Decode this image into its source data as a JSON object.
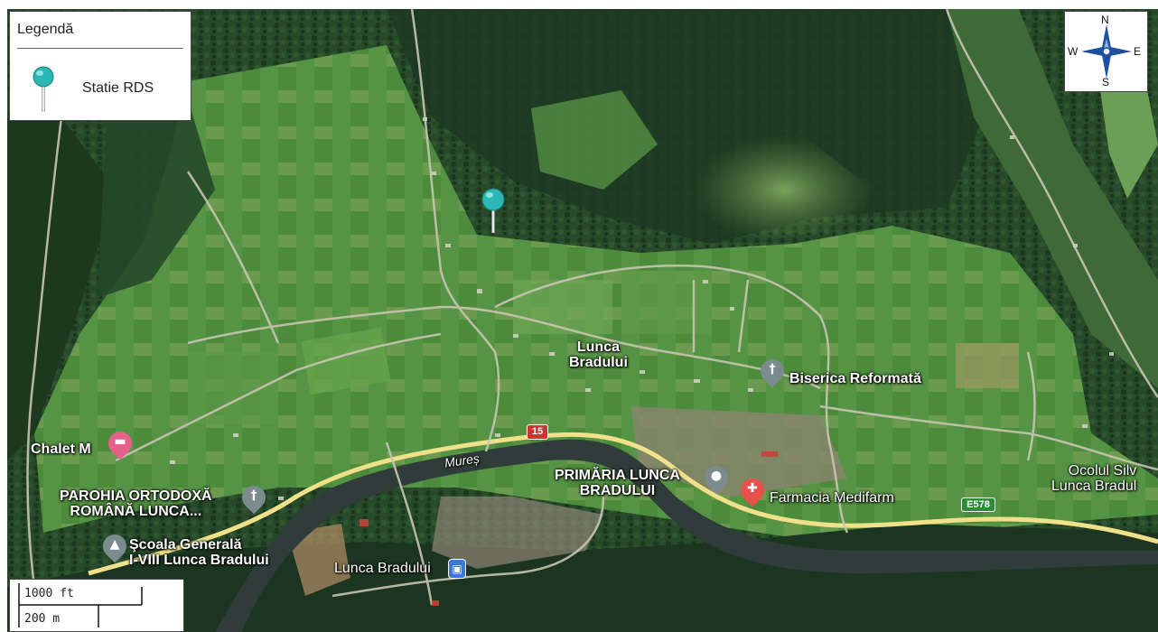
{
  "legend": {
    "title": "Legendă",
    "item_label": "Statie RDS",
    "marker_color": "#2bb8b4"
  },
  "compass": {
    "n": "N",
    "s": "S",
    "e": "E",
    "w": "W",
    "color": "#1f4fa3"
  },
  "scale": {
    "imperial": "1000 ft",
    "metric": "200 m"
  },
  "map_labels": {
    "village": "Lunca\nBradului",
    "church_reformed": "Biserica Reformată",
    "chalet": "Chalet M",
    "parish": "PAROHIA ORTODOXĂ\nROMÂNĂ LUNCA...",
    "school": "Şcoala Generală\nI-VIII Lunca Bradului",
    "station": "Lunca Bradului",
    "town_hall": "PRIMĂRIA LUNCA\nBRADULUI",
    "pharmacy": "Farmacia Medifarm",
    "forestry": "Ocolul Silv\nLunca Bradul",
    "river": "Mureș"
  },
  "road_shields": {
    "dn15": "15",
    "e578": "E578"
  },
  "colors": {
    "forest_dark": "#1f3a22",
    "forest": "#2f5530",
    "field": "#4f8a3e",
    "river": "#2a3a3a",
    "main_road": "#f0e08a",
    "road": "#c9c4b2",
    "church_pin": "#7c8b8e",
    "hotel_pin": "#e5608a",
    "pharmacy_pin": "#e8524a",
    "transit_badge": "#3b78d8",
    "dn_shield": "#d1342c",
    "e_shield": "#2e8b3a"
  }
}
